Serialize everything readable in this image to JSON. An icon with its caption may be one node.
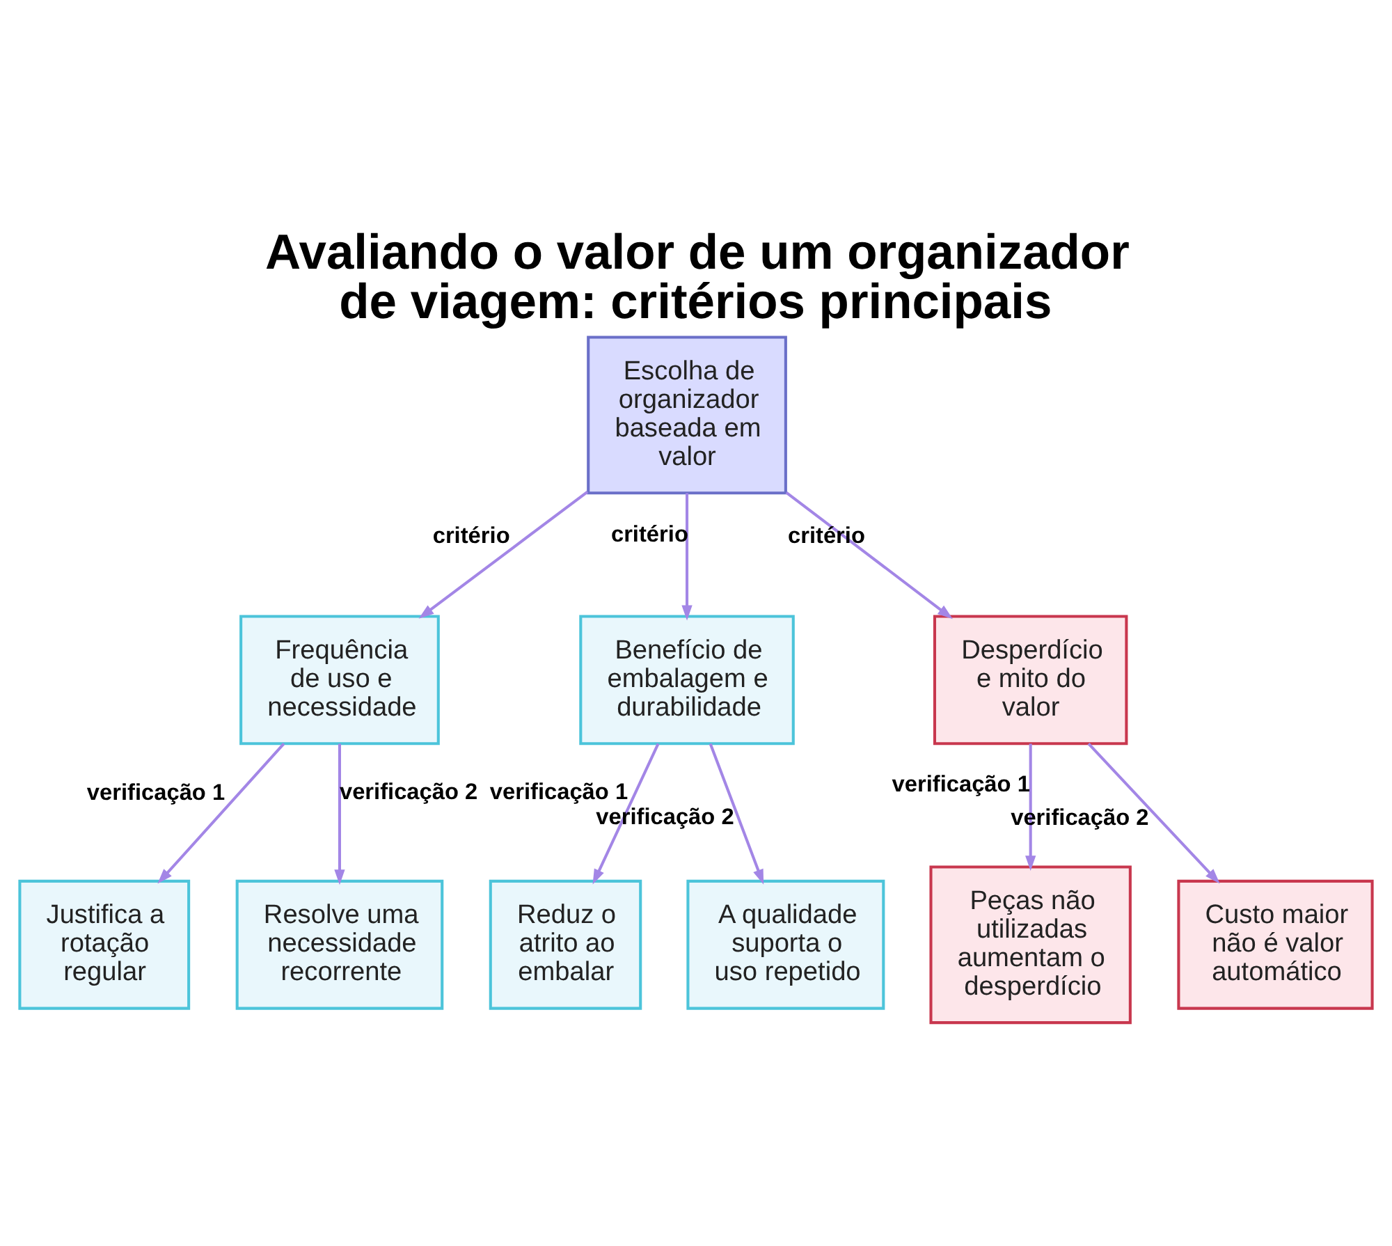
{
  "diagram": {
    "title": "Avaliando o valor de um organizador de viagem: critérios principais",
    "nodes": [
      {
        "text": [
          "Escolha de organizador baseada em valor"
        ]
      },
      {
        "text": [
          "Frequência de uso e necessidade"
        ]
      },
      {
        "text": [
          "Benefício de embalagem e durabilidade"
        ]
      },
      {
        "text": [
          "Desperdício e mito do valor"
        ]
      },
      {
        "text": [
          "Justifica a rotação regular"
        ]
      },
      {
        "text": [
          "Resolve uma necessidade recorrente"
        ]
      },
      {
        "text": [
          "Reduz o atrito ao embalar"
        ]
      },
      {
        "text": [
          "A qualidade suporta o uso repetido"
        ]
      },
      {
        "text": [
          "Peças não utilizadas aumentam o desperdício"
        ]
      },
      {
        "text": [
          "Custo maior não é valor automático"
        ]
      }
    ],
    "edges": [
      {
        "from": 0,
        "to": 1,
        "arrow": "to",
        "label": "critério"
      },
      {
        "from": 0,
        "to": 2,
        "arrow": "to",
        "label": "critério"
      },
      {
        "from": 0,
        "to": 3,
        "arrow": "to",
        "label": "critério"
      },
      {
        "from": 1,
        "to": 4,
        "arrow": "to",
        "label": "verificação 1"
      },
      {
        "from": 1,
        "to": 5,
        "arrow": "to",
        "label": "verificação 2"
      },
      {
        "from": 2,
        "to": 6,
        "arrow": "to",
        "label": "verificação 1"
      },
      {
        "from": 2,
        "to": 7,
        "arrow": "to",
        "label": "verificação 2"
      },
      {
        "from": 3,
        "to": 8,
        "arrow": "to",
        "label": "verificação 1"
      },
      {
        "from": 3,
        "to": 9,
        "arrow": "to",
        "label": "verificação 2"
      }
    ]
  }
}
